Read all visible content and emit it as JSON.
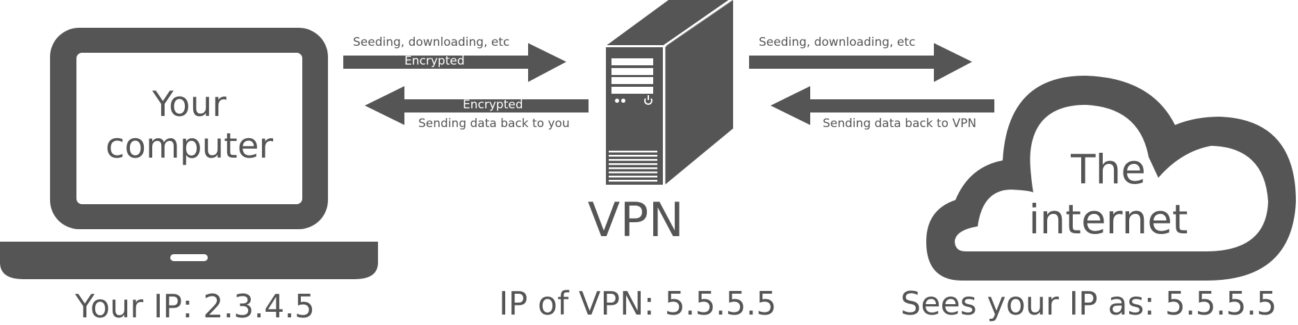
{
  "colors": {
    "fill": "#555555",
    "background": "#ffffff",
    "text": "#555555",
    "encrypted_text": "#ffffff"
  },
  "nodes": {
    "computer": {
      "label_line1": "Your",
      "label_line2": "computer",
      "caption": "Your IP: 2.3.4.5"
    },
    "vpn": {
      "label": "VPN",
      "caption": "IP of VPN: 5.5.5.5"
    },
    "internet": {
      "label_line1": "The",
      "label_line2": "internet",
      "caption": "Sees your IP as: 5.5.5.5"
    }
  },
  "arrows": {
    "computer_to_vpn": {
      "label": "Seeding, downloading, etc",
      "inner": "Encrypted"
    },
    "vpn_to_computer": {
      "label": "Sending data back to you",
      "inner": "Encrypted"
    },
    "vpn_to_internet": {
      "label": "Seeding, downloading, etc"
    },
    "internet_to_vpn": {
      "label": "Sending data back to VPN"
    }
  }
}
